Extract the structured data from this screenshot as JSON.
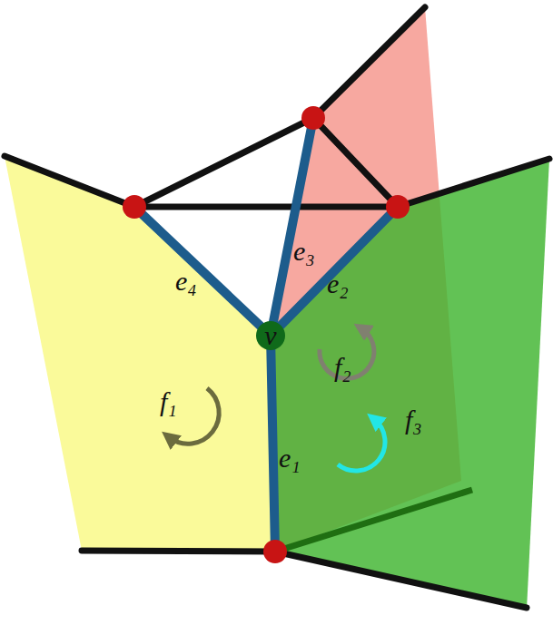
{
  "diagram": {
    "nodes": [
      {
        "text": [
          "v"
        ]
      }
    ],
    "edges": [],
    "labels": [
      "e₁",
      "e₂",
      "e₃",
      "e₄",
      "f₁",
      "f₂",
      "f₃"
    ]
  }
}
